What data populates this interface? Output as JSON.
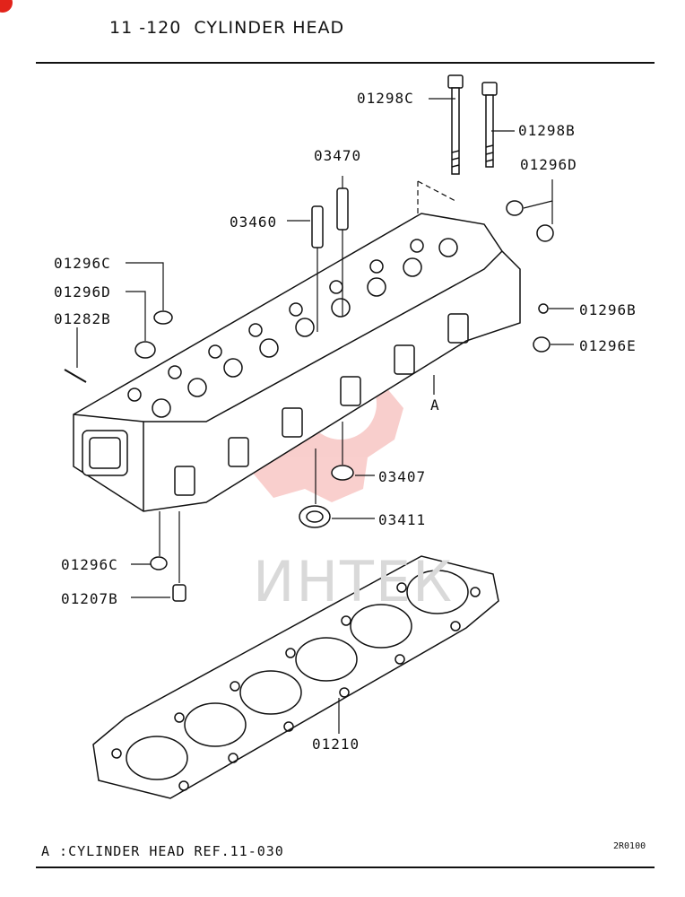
{
  "header": {
    "title": "11 -120  CYLINDER HEAD"
  },
  "watermark": {
    "text": "ИНТЕК",
    "color": "#e2231a"
  },
  "parts": {
    "p01298C": "01298C",
    "p01298B": "01298B",
    "p03470": "03470",
    "p01296D_top": "01296D",
    "p03460": "03460",
    "p01296C_upper": "01296C",
    "p01296D_left": "01296D",
    "p01282B": "01282B",
    "p01296B": "01296B",
    "p01296E": "01296E",
    "pA": "A",
    "p03407": "03407",
    "p03411": "03411",
    "p01296C_lower": "01296C",
    "p01207B": "01207B",
    "p01210": "01210"
  },
  "footer": {
    "note": "A :CYLINDER HEAD REF.11-030",
    "page_code": "2R0100"
  }
}
